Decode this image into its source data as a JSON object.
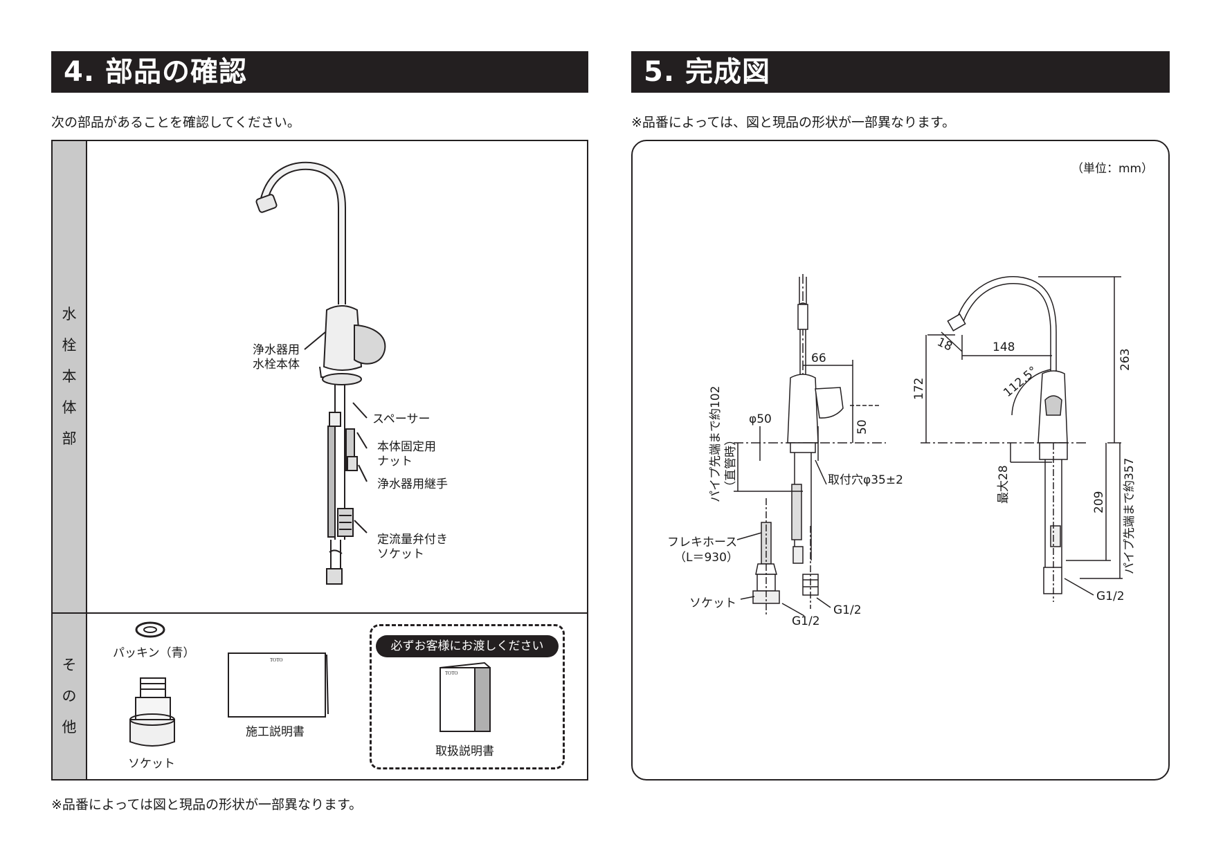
{
  "left_section": {
    "heading": "4. 部品の確認",
    "intro": "次の部品があることを確認してください。",
    "main_row_label": [
      "水",
      "栓",
      "本",
      "体",
      "部"
    ],
    "other_row_label": [
      "そ",
      "の",
      "他"
    ],
    "callouts": {
      "faucet_body": [
        "浄水器用",
        "水栓本体"
      ],
      "spacer": "スペーサー",
      "fixing_nut": [
        "本体固定用",
        "ナット"
      ],
      "joint": "浄水器用継手",
      "socket_valve": [
        "定流量弁付き",
        "ソケット"
      ]
    },
    "others": {
      "packing": "パッキン（青）",
      "socket": "ソケット",
      "install_manual": "施工説明書",
      "must_hand_over": "必ずお客様にお渡しください",
      "user_manual": "取扱説明書",
      "brand": "TOTO"
    },
    "footnote": "※品番によっては図と現品の形状が一部異なります。"
  },
  "right_section": {
    "heading": "5. 完成図",
    "intro": "※品番によっては、図と現品の形状が一部異なります。",
    "unit": "（単位：mm）",
    "dims": {
      "d66": "66",
      "phi50": "φ50",
      "d50": "50",
      "pipe_tip_102": "パイプ先端まで約102",
      "straight_pipe": "（直管時）",
      "mount_hole": "取付穴φ35±2",
      "flex_hose": "フレキホース",
      "flex_len": "（L＝930）",
      "socket": "ソケット",
      "g12_a": "G1/2",
      "g12_b": "G1/2",
      "g12_c": "G1/2",
      "d18": "18",
      "d148": "148",
      "d172": "172",
      "d263": "263",
      "angle": "112.5°",
      "max28": "最大28",
      "d209": "209",
      "pipe_tip_357": "パイプ先端まで約357"
    }
  }
}
